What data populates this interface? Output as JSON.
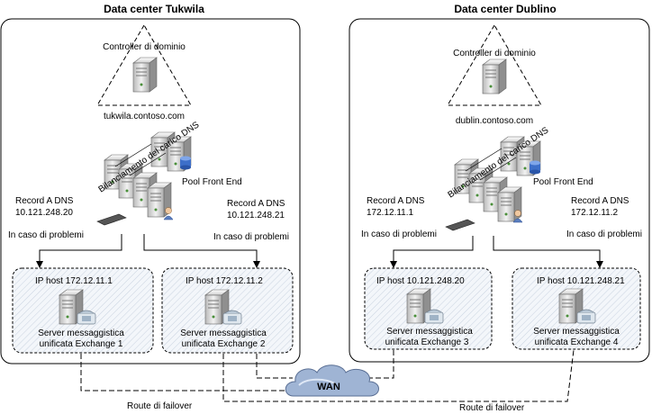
{
  "tukwila": {
    "title": "Data center Tukwila",
    "dc_label": "Controller di dominio",
    "domain": "tukwila.contoso.com",
    "pool_label": "Pool Front End",
    "lb_label": "Bilanciamento del carico DNS",
    "dns_left": {
      "line1": "Record A DNS",
      "line2": "10.121.248.20",
      "line3": "In caso di problemi"
    },
    "dns_right": {
      "line1": "Record A DNS",
      "line2": "10.121.248.21",
      "line3": "In caso di problemi"
    },
    "server1": {
      "ip": "IP host 172.12.11.1",
      "name1": "Server messaggistica",
      "name2": "unificata Exchange 1"
    },
    "server2": {
      "ip": "IP host 172.12.11.2",
      "name1": "Server messaggistica",
      "name2": "unificata Exchange 2"
    }
  },
  "dublino": {
    "title": "Data center Dublino",
    "dc_label": "Controller di dominio",
    "domain": "dublin.contoso.com",
    "pool_label": "Pool Front End",
    "lb_label": "Bilanciamento del carico DNS",
    "dns_left": {
      "line1": "Record A DNS",
      "line2": "172.12.11.1",
      "line3": "In caso di problemi"
    },
    "dns_right": {
      "line1": "Record A DNS",
      "line2": "172.12.11.2",
      "line3": "In caso di problemi"
    },
    "server3": {
      "ip": "IP host 10.121.248.20",
      "name1": "Server messaggistica",
      "name2": "unificata Exchange 3"
    },
    "server4": {
      "ip": "IP host 10.121.248.21",
      "name1": "Server messaggistica",
      "name2": "unificata Exchange 4"
    }
  },
  "wan": {
    "label": "WAN"
  },
  "failover": {
    "left": "Route di failover",
    "right": "Route di failover"
  }
}
